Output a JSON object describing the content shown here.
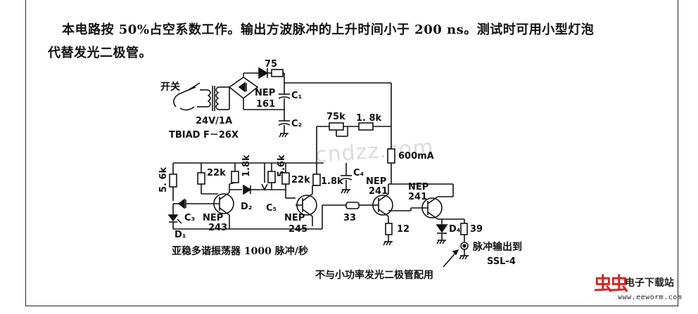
{
  "description": {
    "line1": "本电路按 50%占空系数工作。输出方波脉冲的上升时间小于 200 ns。测试时可用小型灯泡",
    "line2": "代替发光二极管。"
  },
  "labels": {
    "switch": "开关",
    "supply": "24V/1A",
    "transformer": "TBIAD F－26X",
    "r75": "75",
    "nep161_a": "NEP",
    "nep161_b": "161",
    "c1": "C₁",
    "c2": "C₂",
    "r75k": "75k",
    "r1_8k_top": "1. 8k",
    "r600ma": "600mA",
    "r5_6k_left": "5. 6k",
    "r22k_a": "22k",
    "r1_8k_a": "1.8k",
    "r5_6k_mid": "5.6k",
    "r22k_b": "22k",
    "r1_8k_b": "1.8k",
    "c4": "C₄",
    "c3": "C₃",
    "d2": "D₂",
    "c5": "C₅",
    "d1": "D₁",
    "nep243_a": "NEP",
    "nep243_b": "243",
    "nep245_a": "NEP",
    "nep245_b": "245",
    "r33": "33",
    "nep241a_a": "NEP",
    "nep241a_b": "241",
    "nep241b_a": "NEP",
    "nep241b_b": "241",
    "r12": "12",
    "d4": "D₄",
    "r39": "39",
    "multivibrator": "亚稳多谐振荡器  1000 脉冲/秒",
    "pulse_out": "脉冲输出到",
    "ssl": "SSL-4",
    "note": "不与小功率发光二极管配用"
  },
  "watermark": {
    "logo": "虫虫",
    "brand": "电子下载站",
    "url": "www.eeworm.com",
    "faint": "cndzz.com"
  }
}
